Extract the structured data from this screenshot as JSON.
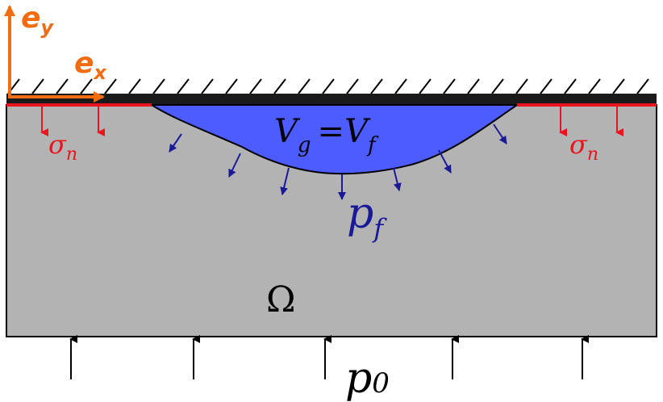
{
  "labels": {
    "ey": "e",
    "ey_sub": "y",
    "ex": "e",
    "ex_sub": "x",
    "volume_lhs": "V",
    "volume_lhs_sub": "g",
    "volume_eq": "=",
    "volume_rhs": "V",
    "volume_rhs_sub": "f",
    "fluid_pressure": "p",
    "fluid_pressure_sub": "f",
    "sigma_left": "σ",
    "sigma_left_sub": "n",
    "sigma_right": "σ",
    "sigma_right_sub": "n",
    "domain": "Ω",
    "base_pressure": "p",
    "base_pressure_sub": "0"
  },
  "colors": {
    "solid": "#b3b3b3",
    "fluid": "#4d5cff",
    "fluid_arrow": "#1a1a99",
    "contact": "#e8141e",
    "axes": "#f26c11",
    "wall": "#1a1a1a",
    "text": "#000000"
  }
}
